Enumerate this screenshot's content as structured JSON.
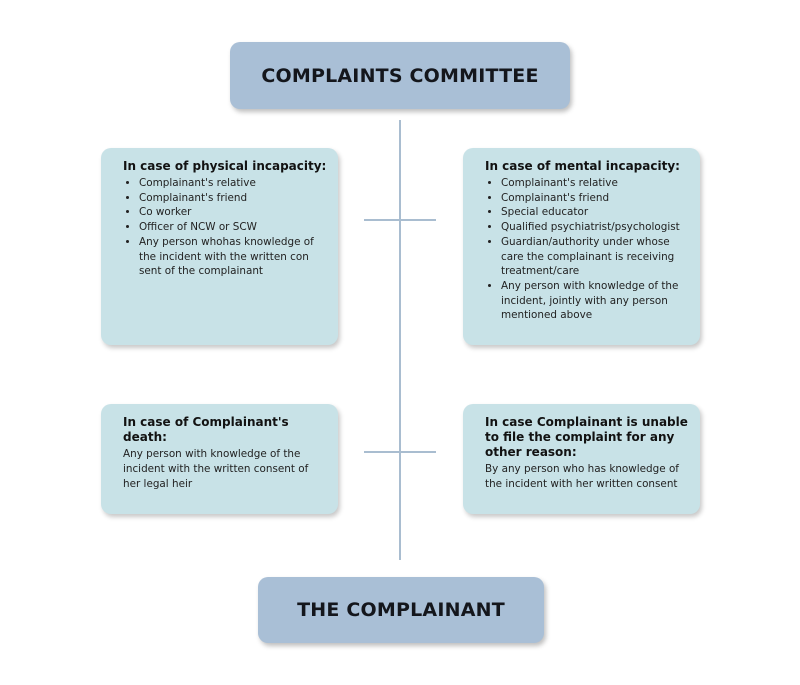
{
  "top_box": {
    "label": "COMPLAINTS COMMITTEE"
  },
  "bottom_box": {
    "label": "THE COMPLAINANT"
  },
  "cards": {
    "physical": {
      "heading": "In case of physical incapacity:",
      "items": [
        "Complainant's relative",
        "Complainant's friend",
        "Co worker",
        "Officer of NCW or SCW",
        "Any person whohas knowledge of the incident with the written con sent of the complainant"
      ]
    },
    "mental": {
      "heading": "In case of mental incapacity:",
      "items": [
        "Complainant's relative",
        "Complainant's friend",
        "Special educator",
        "Qualified psychiatrist/psychologist",
        "Guardian/authority under whose care the complainant is receiving treatment/care",
        "Any person with knowledge of the incident, jointly with any person mentioned above"
      ]
    },
    "death": {
      "heading": "In case of Complainant's death:",
      "text": "Any person with knowledge of the incident with the written consent of her legal heir"
    },
    "other": {
      "heading": "In case Complainant is unable to file the complaint for any other reason:",
      "text": "By any person who has knowledge of the incident with her written consent"
    }
  },
  "colors": {
    "title_box": "#a9bfd6",
    "card": "#c8e2e7",
    "connector": "#a9bdd0"
  }
}
